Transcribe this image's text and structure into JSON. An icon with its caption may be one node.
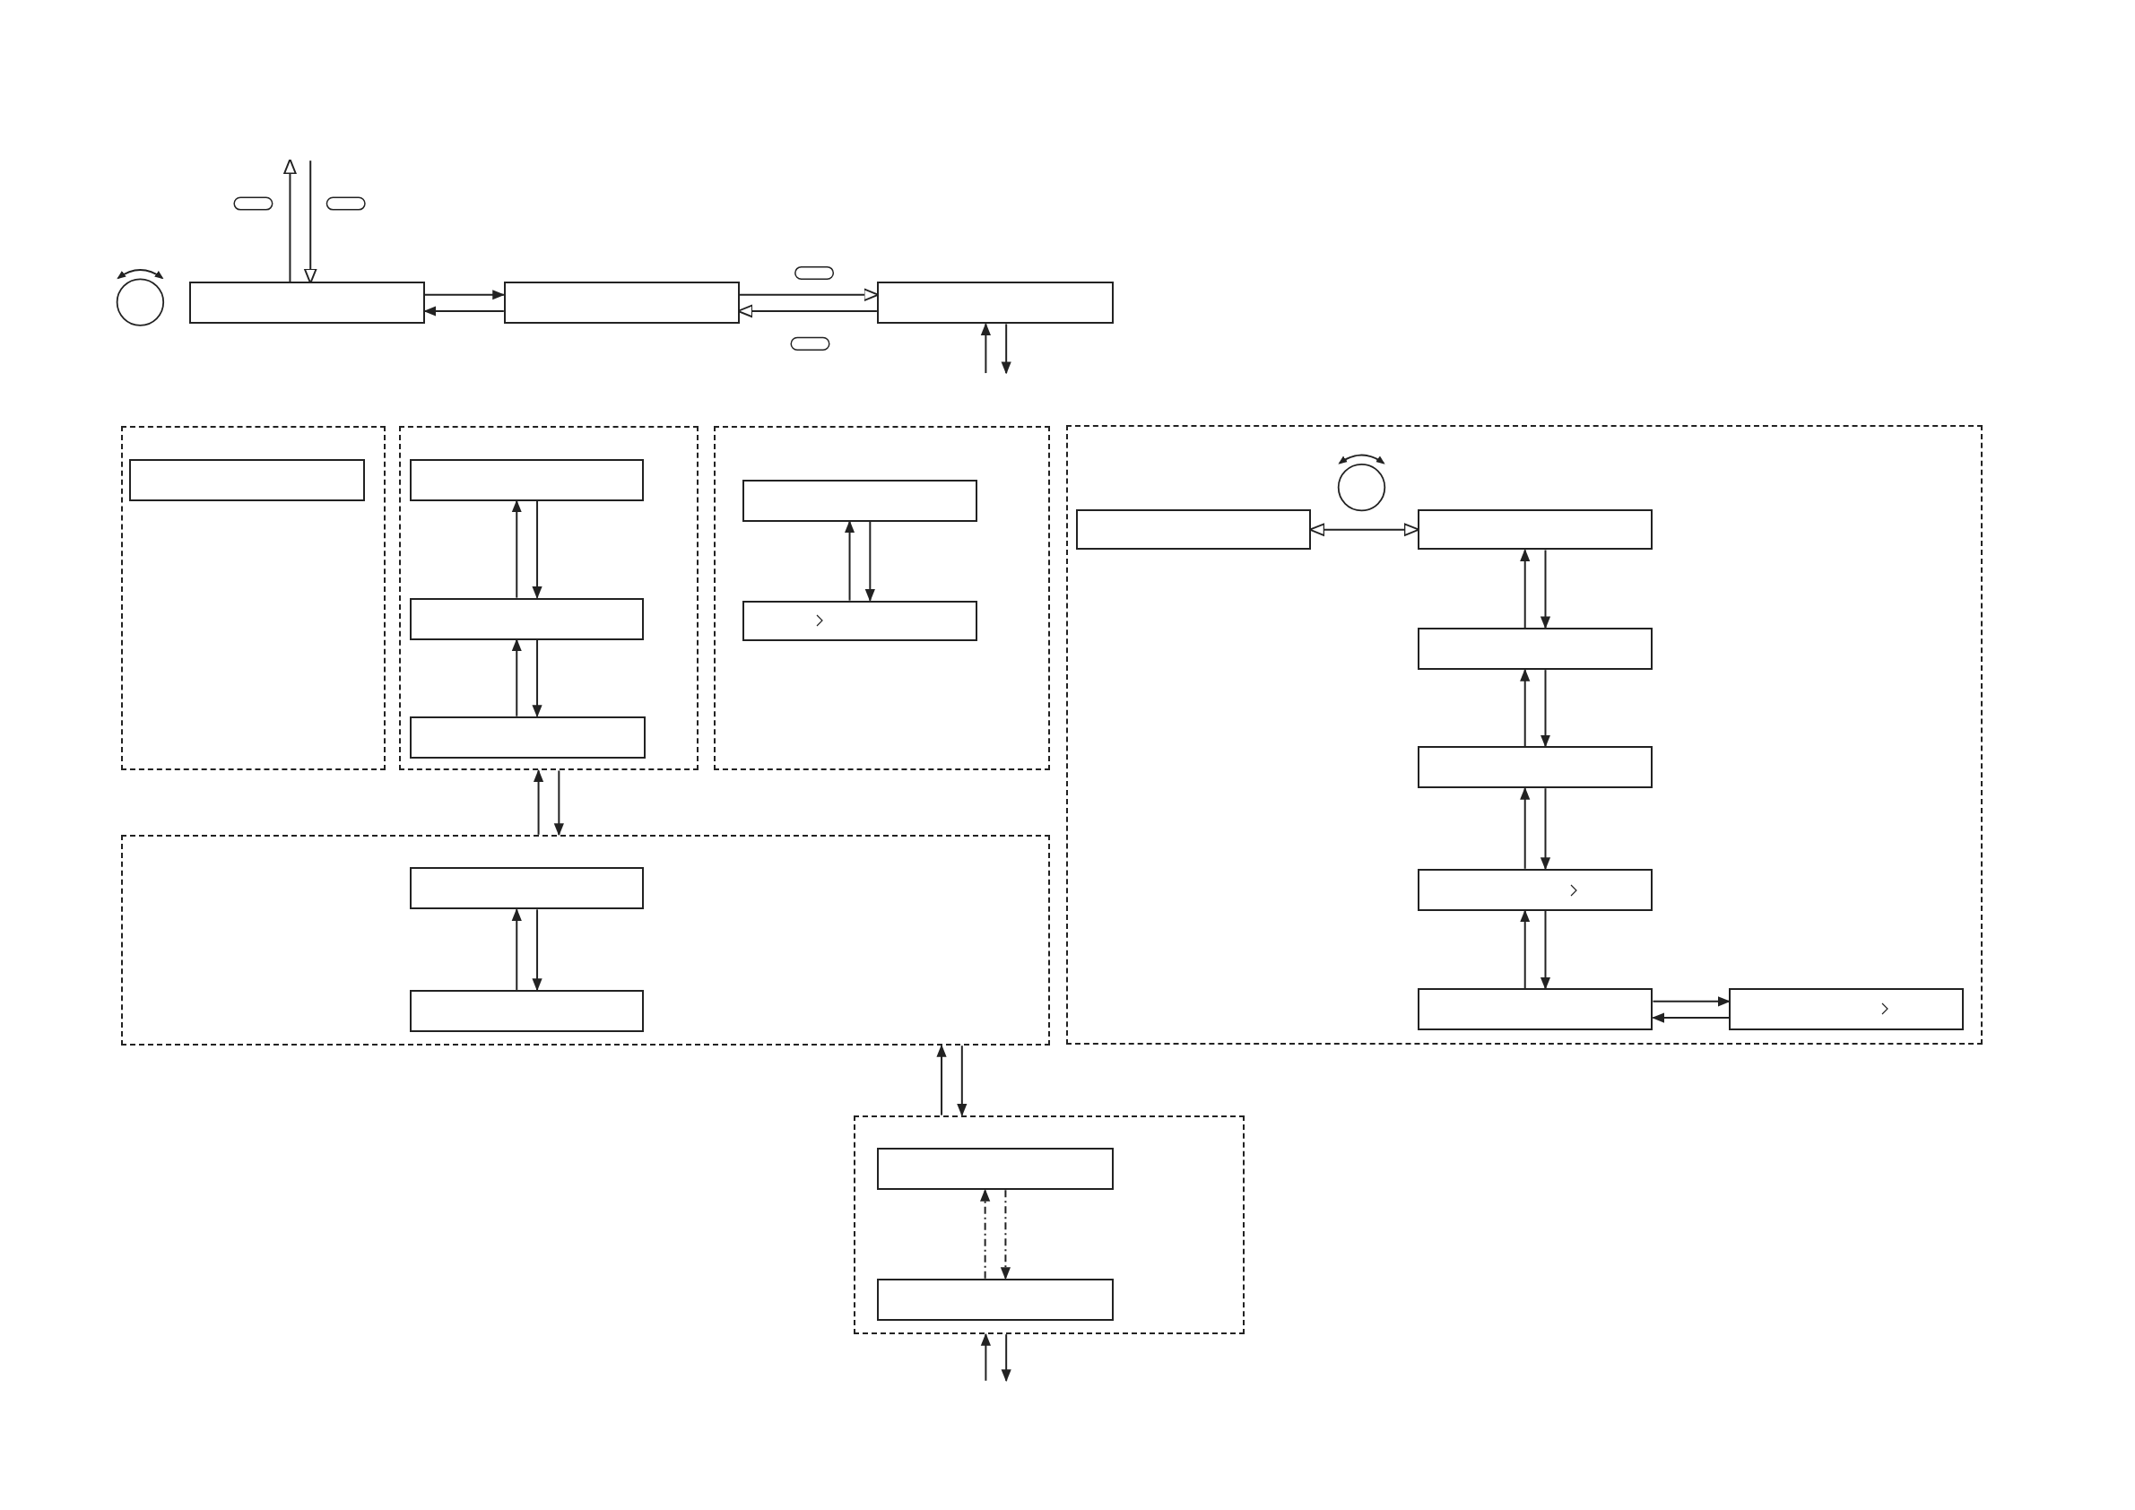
{
  "diagram": {
    "nodes": [
      {
        "text": [],
        "shape": "box"
      },
      {
        "text": [],
        "shape": "box"
      },
      {
        "text": [],
        "shape": "box"
      },
      {
        "text": [],
        "shape": "box"
      },
      {
        "text": [],
        "shape": "box",
        "in": 3
      },
      {
        "text": [],
        "shape": "box"
      },
      {
        "text": [],
        "shape": "box",
        "in": 5
      },
      {
        "text": [],
        "shape": "box",
        "in": 5
      },
      {
        "text": [],
        "shape": "box",
        "in": 5
      },
      {
        "text": [],
        "shape": "box"
      },
      {
        "text": [],
        "shape": "box",
        "in": 9
      },
      {
        "text": [],
        "shape": "box",
        "in": 9
      },
      {
        "text": [],
        "shape": "box"
      },
      {
        "text": [],
        "shape": "box",
        "in": 12
      },
      {
        "text": [],
        "shape": "box",
        "in": 12
      },
      {
        "text": [],
        "shape": "box",
        "in": 12
      },
      {
        "text": [],
        "shape": "box",
        "in": 12
      },
      {
        "text": [],
        "shape": "box",
        "in": 12
      },
      {
        "text": [],
        "shape": "box",
        "in": 12
      },
      {
        "text": [],
        "shape": "box",
        "in": 12
      },
      {
        "text": [],
        "shape": "box"
      },
      {
        "text": [],
        "shape": "box",
        "in": 20
      },
      {
        "text": [],
        "shape": "box",
        "in": 20
      },
      {
        "text": [],
        "shape": "box"
      },
      {
        "text": [],
        "shape": "box",
        "in": 23
      },
      {
        "text": [],
        "shape": "box",
        "in": 23
      }
    ],
    "edges": [
      {
        "from": 0,
        "to": 1,
        "arrow": "to"
      },
      {
        "from": 1,
        "to": 0,
        "arrow": "to"
      },
      {
        "from": 1,
        "to": 2,
        "arrow": "to"
      },
      {
        "from": 2,
        "to": 1,
        "arrow": "to"
      },
      {
        "from": 0,
        "to": null,
        "arrow": "to"
      },
      {
        "from": null,
        "to": 0,
        "arrow": "to"
      },
      {
        "from": null,
        "to": 2,
        "arrow": "to"
      },
      {
        "from": 2,
        "to": null,
        "arrow": "to"
      },
      {
        "from": 7,
        "to": 6,
        "arrow": "to"
      },
      {
        "from": 6,
        "to": 7,
        "arrow": "to"
      },
      {
        "from": 8,
        "to": 7,
        "arrow": "to"
      },
      {
        "from": 7,
        "to": 8,
        "arrow": "to"
      },
      {
        "from": 11,
        "to": 10,
        "arrow": "to"
      },
      {
        "from": 10,
        "to": 11,
        "arrow": "to"
      },
      {
        "from": 13,
        "to": 14,
        "arrow": "both"
      },
      {
        "from": 15,
        "to": 14,
        "arrow": "to"
      },
      {
        "from": 14,
        "to": 15,
        "arrow": "to"
      },
      {
        "from": 16,
        "to": 15,
        "arrow": "to"
      },
      {
        "from": 15,
        "to": 16,
        "arrow": "to"
      },
      {
        "from": 17,
        "to": 16,
        "arrow": "to"
      },
      {
        "from": 16,
        "to": 17,
        "arrow": "to"
      },
      {
        "from": 18,
        "to": 17,
        "arrow": "to"
      },
      {
        "from": 17,
        "to": 18,
        "arrow": "to"
      },
      {
        "from": 18,
        "to": 19,
        "arrow": "to"
      },
      {
        "from": 19,
        "to": 18,
        "arrow": "to"
      },
      {
        "from": 20,
        "to": 5,
        "arrow": "to"
      },
      {
        "from": 5,
        "to": 20,
        "arrow": "to"
      },
      {
        "from": 22,
        "to": 21,
        "arrow": "to"
      },
      {
        "from": 21,
        "to": 22,
        "arrow": "to"
      },
      {
        "from": 23,
        "to": 20,
        "arrow": "to"
      },
      {
        "from": 20,
        "to": 23,
        "arrow": "to"
      },
      {
        "from": 25,
        "to": 24,
        "arrow": "to",
        "style": "dashed"
      },
      {
        "from": 24,
        "to": 25,
        "arrow": "to",
        "style": "dashed"
      },
      {
        "from": null,
        "to": 23,
        "arrow": "to"
      },
      {
        "from": 23,
        "to": null,
        "arrow": "to"
      }
    ]
  }
}
